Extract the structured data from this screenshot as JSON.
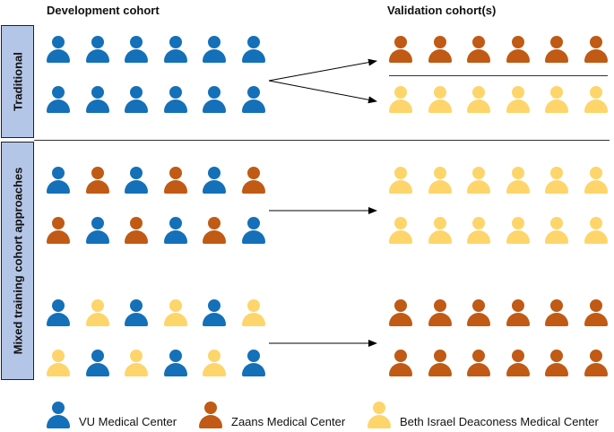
{
  "headers": {
    "development": "Development cohort",
    "validation": "Validation cohort(s)"
  },
  "sections": {
    "traditional": "Traditional",
    "mixed": "Mixed training cohort approaches"
  },
  "colors": {
    "vu": "#1470b8",
    "zaans": "#c05a14",
    "bidmc": "#fdd56b"
  },
  "legend": [
    {
      "key": "vu",
      "label": "VU Medical Center"
    },
    {
      "key": "zaans",
      "label": "Zaans Medical Center"
    },
    {
      "key": "bidmc",
      "label": "Beth Israel Deaconess Medical Center"
    }
  ],
  "groups": {
    "trad_dev": [
      [
        "vu",
        "vu",
        "vu",
        "vu",
        "vu",
        "vu"
      ],
      [
        "vu",
        "vu",
        "vu",
        "vu",
        "vu",
        "vu"
      ]
    ],
    "trad_val_top": [
      [
        "zaans",
        "zaans",
        "zaans",
        "zaans",
        "zaans",
        "zaans"
      ]
    ],
    "trad_val_bottom": [
      [
        "bidmc",
        "bidmc",
        "bidmc",
        "bidmc",
        "bidmc",
        "bidmc"
      ]
    ],
    "mix1_dev": [
      [
        "vu",
        "zaans",
        "vu",
        "zaans",
        "vu",
        "zaans"
      ],
      [
        "zaans",
        "vu",
        "zaans",
        "vu",
        "zaans",
        "vu"
      ]
    ],
    "mix1_val": [
      [
        "bidmc",
        "bidmc",
        "bidmc",
        "bidmc",
        "bidmc",
        "bidmc"
      ],
      [
        "bidmc",
        "bidmc",
        "bidmc",
        "bidmc",
        "bidmc",
        "bidmc"
      ]
    ],
    "mix2_dev": [
      [
        "vu",
        "bidmc",
        "vu",
        "bidmc",
        "vu",
        "bidmc"
      ],
      [
        "bidmc",
        "vu",
        "bidmc",
        "vu",
        "bidmc",
        "vu"
      ]
    ],
    "mix2_val": [
      [
        "zaans",
        "zaans",
        "zaans",
        "zaans",
        "zaans",
        "zaans"
      ],
      [
        "zaans",
        "zaans",
        "zaans",
        "zaans",
        "zaans",
        "zaans"
      ]
    ]
  }
}
